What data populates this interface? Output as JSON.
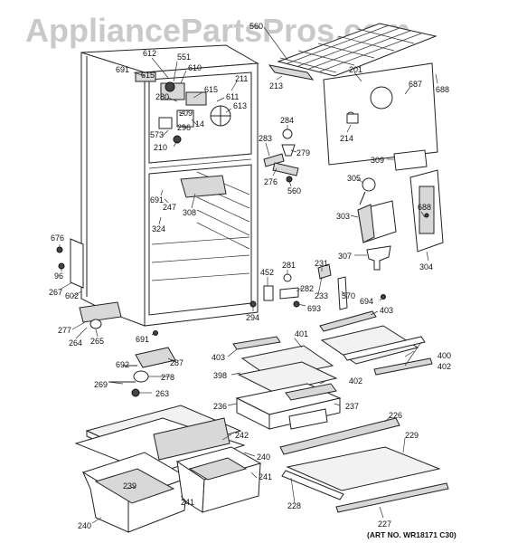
{
  "watermark": "AppliancePartsPros.com",
  "art_number": "(ART NO. WR18171 C30)",
  "labels": {
    "l560a": "560",
    "l612": "612",
    "l551": "551",
    "l691a": "691",
    "l615a": "615",
    "l610": "610",
    "l615b": "615",
    "l211": "211",
    "l280": "280",
    "l611": "611",
    "l613": "613",
    "l209": "209",
    "l14": "14",
    "l573": "573",
    "l296": "296",
    "l210": "210",
    "l213": "213",
    "l201": "201",
    "l687": "687",
    "l688a": "688",
    "l284": "284",
    "l214": "214",
    "l283": "283",
    "l279": "279",
    "l276": "276",
    "l560b": "560",
    "l309": "309",
    "l305": "305",
    "l691b": "691",
    "l247": "247",
    "l308": "308",
    "l324": "324",
    "l303": "303",
    "l688b": "688",
    "l676": "676",
    "l96": "96",
    "l307": "307",
    "l304": "304",
    "l267": "267",
    "l602": "602",
    "l452": "452",
    "l281": "281",
    "l231": "231",
    "l282": "282",
    "l233": "233",
    "l570": "570",
    "l694": "694",
    "l693": "693",
    "l403a": "403",
    "l294": "294",
    "l277": "277",
    "l264": "264",
    "l265": "265",
    "l691c": "691",
    "l287": "287",
    "l403b": "403",
    "l401": "401",
    "l400": "400",
    "l402a": "402",
    "l692": "692",
    "l278": "278",
    "l398": "398",
    "l402b": "402",
    "l269": "269",
    "l263": "263",
    "l236": "236",
    "l237": "237",
    "l226": "226",
    "l242": "242",
    "l229": "229",
    "l240a": "240",
    "l241a": "241",
    "l239": "239",
    "l241b": "241",
    "l228": "228",
    "l240b": "240",
    "l227": "227"
  }
}
